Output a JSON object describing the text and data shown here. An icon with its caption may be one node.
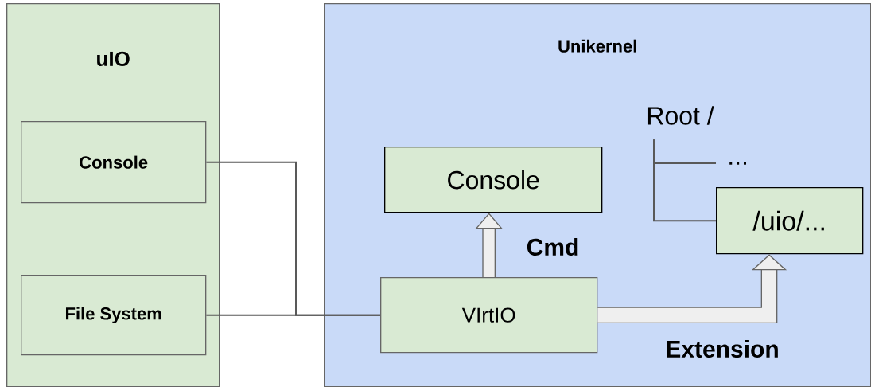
{
  "diagram": {
    "nodes": [
      {
        "text": [
          "uIO"
        ]
      },
      {
        "text": [
          "Console"
        ],
        "in": 0
      },
      {
        "text": [
          "File System"
        ],
        "in": 0
      },
      {
        "text": [
          "Unikernel"
        ]
      },
      {
        "text": [
          "Console"
        ],
        "in": 3
      },
      {
        "text": [
          "VIrtIO"
        ],
        "in": 3
      },
      {
        "text": [
          "Root /"
        ],
        "in": 3
      },
      {
        "text": [
          "..."
        ],
        "in": 3
      },
      {
        "text": [
          "/uio/..."
        ],
        "in": 3
      }
    ],
    "edges": [
      {
        "from": 1,
        "to": 5,
        "arrow": "none"
      },
      {
        "from": 2,
        "to": 5,
        "arrow": "none"
      },
      {
        "from": 5,
        "to": 4,
        "arrow": "to",
        "label": "Cmd",
        "style": "thick"
      },
      {
        "from": 5,
        "to": 8,
        "arrow": "to",
        "label": "Extension",
        "style": "thick"
      },
      {
        "from": 6,
        "to": 7,
        "arrow": "none"
      },
      {
        "from": 6,
        "to": 8,
        "arrow": "none"
      }
    ]
  }
}
